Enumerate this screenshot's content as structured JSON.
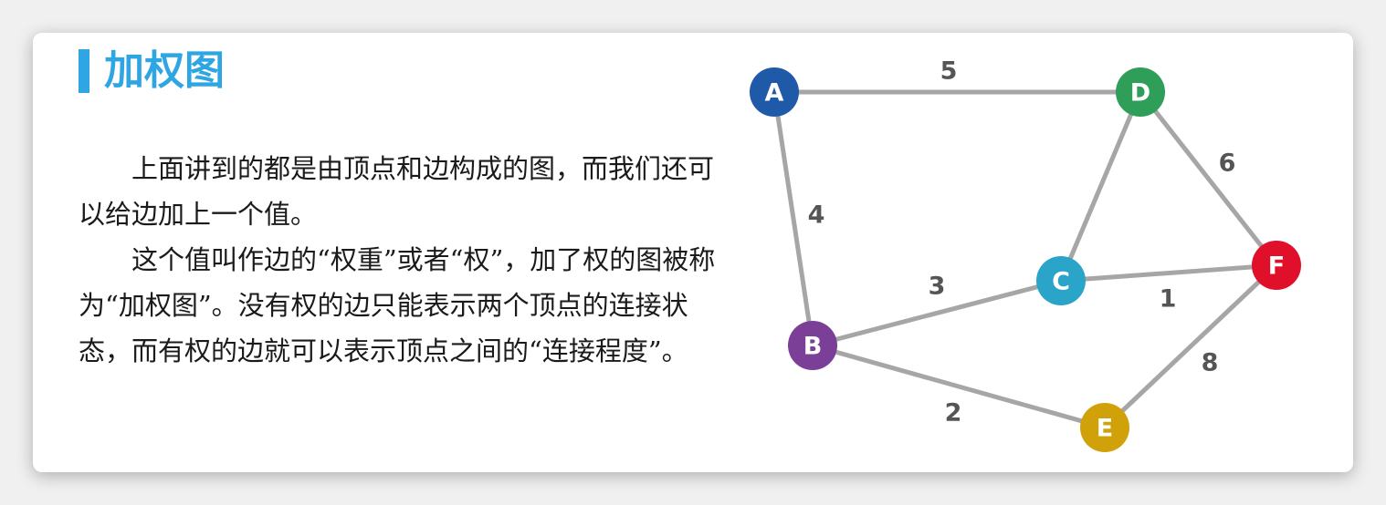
{
  "title": "加权图",
  "paragraphs": [
    "上面讲到的都是由顶点和边构成的图，而我们还可以给边加上一个值。",
    "这个值叫作边的“权重”或者“权”，加了权的图被称为“加权图”。没有权的边只能表示两个顶点的连接状态，而有权的边就可以表示顶点之间的“连接程度”。"
  ],
  "graph": {
    "nodes": [
      {
        "id": "A",
        "label": "A",
        "color": "#1e5aa8"
      },
      {
        "id": "B",
        "label": "B",
        "color": "#7b3f98"
      },
      {
        "id": "C",
        "label": "C",
        "color": "#2aa4c8"
      },
      {
        "id": "D",
        "label": "D",
        "color": "#2e9e58"
      },
      {
        "id": "E",
        "label": "E",
        "color": "#d1a10a"
      },
      {
        "id": "F",
        "label": "F",
        "color": "#e0102a"
      }
    ],
    "edges": [
      {
        "from": "A",
        "to": "D",
        "weight": "5"
      },
      {
        "from": "A",
        "to": "B",
        "weight": "4"
      },
      {
        "from": "B",
        "to": "C",
        "weight": "3"
      },
      {
        "from": "B",
        "to": "E",
        "weight": "2"
      },
      {
        "from": "C",
        "to": "D",
        "weight": ""
      },
      {
        "from": "C",
        "to": "F",
        "weight": "1"
      },
      {
        "from": "D",
        "to": "F",
        "weight": "6"
      },
      {
        "from": "E",
        "to": "F",
        "weight": "8"
      }
    ],
    "edge_color": "#a6a6a6"
  }
}
